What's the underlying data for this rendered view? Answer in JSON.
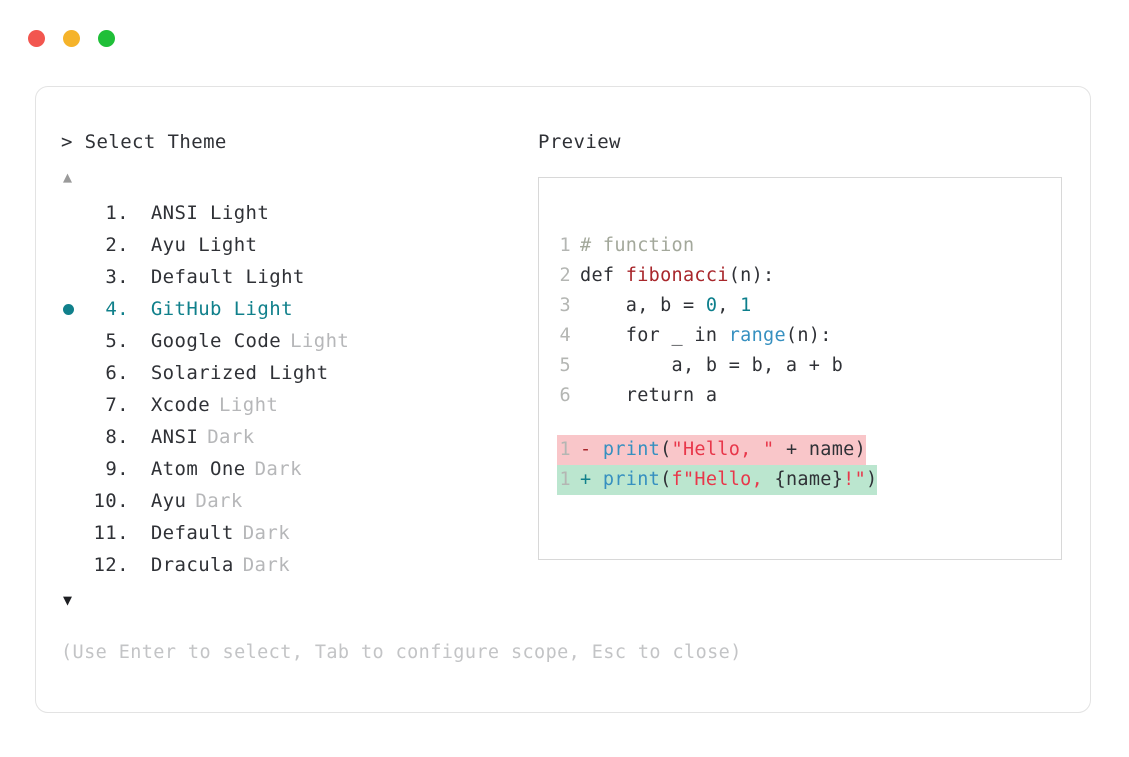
{
  "window": {
    "traffic_lights": [
      {
        "name": "close",
        "color": "#f2564f"
      },
      {
        "name": "minimize",
        "color": "#f5b32a"
      },
      {
        "name": "maximize",
        "color": "#1fbf38"
      }
    ]
  },
  "picker": {
    "prompt": "> Select Theme",
    "scroll_up_glyph": "▲",
    "scroll_down_glyph": "▼",
    "selected_index": 4,
    "accent_color": "#10808b",
    "items": [
      {
        "index": "1.",
        "name": "ANSI Light",
        "variant": "",
        "variant_is_name": false,
        "selected": false
      },
      {
        "index": "2.",
        "name": "Ayu Light",
        "variant": "",
        "variant_is_name": false,
        "selected": false
      },
      {
        "index": "3.",
        "name": "Default Light",
        "variant": "",
        "variant_is_name": false,
        "selected": false
      },
      {
        "index": "4.",
        "name": "GitHub Light",
        "variant": "",
        "variant_is_name": false,
        "selected": true
      },
      {
        "index": "5.",
        "name": "Google Code",
        "variant": "Light",
        "variant_is_name": false,
        "selected": false
      },
      {
        "index": "6.",
        "name": "Solarized Light",
        "variant": "",
        "variant_is_name": false,
        "selected": false
      },
      {
        "index": "7.",
        "name": "Xcode",
        "variant": "Light",
        "variant_is_name": false,
        "selected": false
      },
      {
        "index": "8.",
        "name": "ANSI",
        "variant": "Dark",
        "variant_is_name": false,
        "selected": false
      },
      {
        "index": "9.",
        "name": "Atom One",
        "variant": "Dark",
        "variant_is_name": false,
        "selected": false
      },
      {
        "index": "10.",
        "name": "Ayu",
        "variant": "Dark",
        "variant_is_name": false,
        "selected": false
      },
      {
        "index": "11.",
        "name": "Default",
        "variant": "Dark",
        "variant_is_name": false,
        "selected": false
      },
      {
        "index": "12.",
        "name": "Dracula",
        "variant": "Dark",
        "variant_is_name": false,
        "selected": false
      }
    ],
    "hint": "(Use Enter to select, Tab to configure scope, Esc to close)"
  },
  "preview": {
    "label": "Preview",
    "code_lines": [
      {
        "num": "1",
        "tokens": [
          {
            "t": "# function",
            "c": "tok-comment"
          }
        ]
      },
      {
        "num": "2",
        "tokens": [
          {
            "t": "def ",
            "c": "tok-kw"
          },
          {
            "t": "fibonacci",
            "c": "tok-fn"
          },
          {
            "t": "(n):",
            "c": "tok-plain"
          }
        ]
      },
      {
        "num": "3",
        "tokens": [
          {
            "t": "    a, b = ",
            "c": "tok-plain"
          },
          {
            "t": "0",
            "c": "tok-num"
          },
          {
            "t": ", ",
            "c": "tok-plain"
          },
          {
            "t": "1",
            "c": "tok-num"
          }
        ]
      },
      {
        "num": "4",
        "tokens": [
          {
            "t": "    for _ in ",
            "c": "tok-plain"
          },
          {
            "t": "range",
            "c": "tok-builtin"
          },
          {
            "t": "(n):",
            "c": "tok-plain"
          }
        ]
      },
      {
        "num": "5",
        "tokens": [
          {
            "t": "        a, b = b, a + b",
            "c": "tok-plain"
          }
        ]
      },
      {
        "num": "6",
        "tokens": [
          {
            "t": "    return a",
            "c": "tok-plain"
          }
        ]
      }
    ],
    "diff_lines": [
      {
        "num": "1",
        "kind": "del",
        "sign": "-",
        "tokens": [
          {
            "t": "print",
            "c": "tok-builtin"
          },
          {
            "t": "(",
            "c": "tok-plain"
          },
          {
            "t": "\"Hello, \"",
            "c": "tok-str"
          },
          {
            "t": " + name)",
            "c": "tok-plain"
          }
        ]
      },
      {
        "num": "1",
        "kind": "add",
        "sign": "+",
        "tokens": [
          {
            "t": "print",
            "c": "tok-builtin"
          },
          {
            "t": "(",
            "c": "tok-plain"
          },
          {
            "t": "f\"Hello, ",
            "c": "tok-str"
          },
          {
            "t": "{name}",
            "c": "tok-plain"
          },
          {
            "t": "!\"",
            "c": "tok-str"
          },
          {
            "t": ")",
            "c": "tok-plain"
          }
        ]
      }
    ]
  }
}
